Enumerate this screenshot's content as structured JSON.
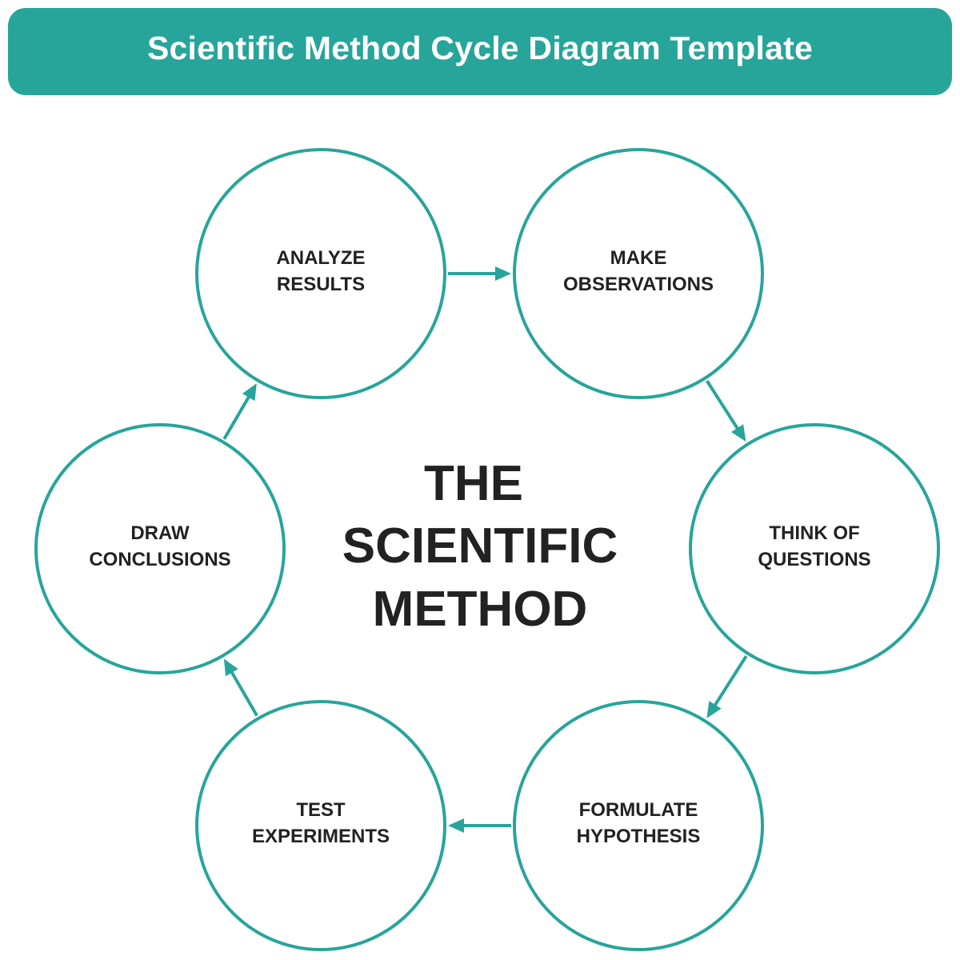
{
  "title": "Scientific Method Cycle Diagram Template",
  "center_text": [
    "THE",
    "SCIENTIFIC",
    "METHOD"
  ],
  "accent_color": "#27a59a",
  "text_color": "#222222",
  "nodes": [
    {
      "id": "analyze-results",
      "lines": [
        "ANALYZE",
        "RESULTS"
      ]
    },
    {
      "id": "make-observations",
      "lines": [
        "MAKE",
        "OBSERVATIONS"
      ]
    },
    {
      "id": "think-of-questions",
      "lines": [
        "THINK OF",
        "QUESTIONS"
      ]
    },
    {
      "id": "formulate-hypothesis",
      "lines": [
        "FORMULATE",
        "HYPOTHESIS"
      ]
    },
    {
      "id": "test-experiments",
      "lines": [
        "TEST",
        "EXPERIMENTS"
      ]
    },
    {
      "id": "draw-conclusions",
      "lines": [
        "DRAW",
        "CONCLUSIONS"
      ]
    }
  ],
  "edges": [
    {
      "from": "analyze-results",
      "to": "make-observations"
    },
    {
      "from": "make-observations",
      "to": "think-of-questions"
    },
    {
      "from": "think-of-questions",
      "to": "formulate-hypothesis"
    },
    {
      "from": "formulate-hypothesis",
      "to": "test-experiments"
    },
    {
      "from": "test-experiments",
      "to": "draw-conclusions"
    },
    {
      "from": "draw-conclusions",
      "to": "analyze-results"
    }
  ]
}
